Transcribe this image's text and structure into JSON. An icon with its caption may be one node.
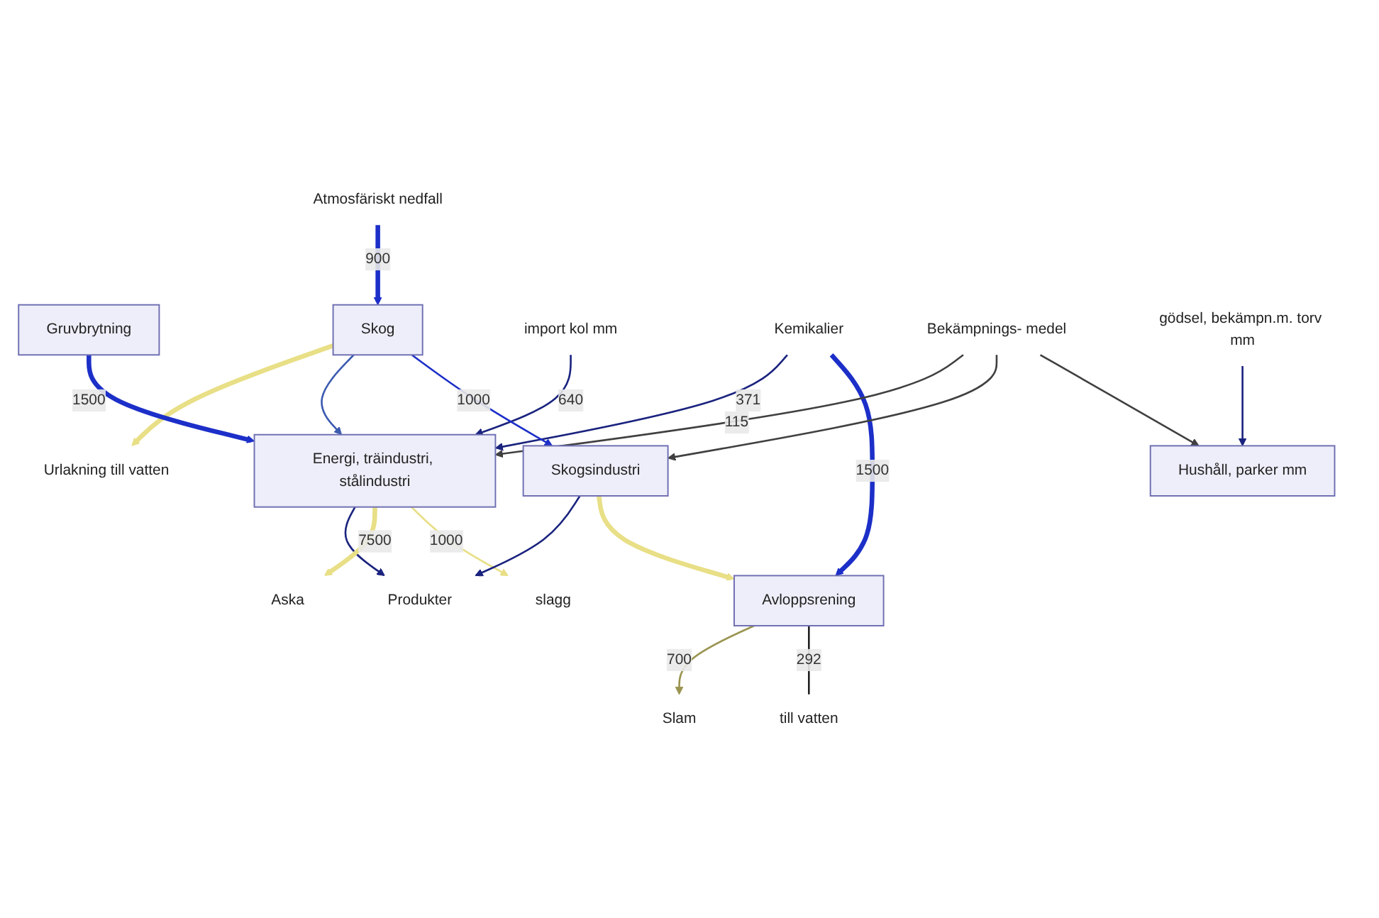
{
  "diagram": {
    "nodes": [
      {
        "text": [
          "Atmosfäriskt nedfall"
        ]
      },
      {
        "text": [
          "Gruvbrytning"
        ]
      },
      {
        "text": [
          "Skog"
        ]
      },
      {
        "text": [
          "Urlakning till vatten"
        ]
      },
      {
        "text": [
          "import kol mm"
        ]
      },
      {
        "text": [
          "Energi, träindustri, stålindustri"
        ]
      },
      {
        "text": [
          "Produkter"
        ]
      },
      {
        "text": [
          "Kemikalier"
        ]
      },
      {
        "text": [
          "Aska"
        ]
      },
      {
        "text": [
          "Bekämpnings- medel"
        ]
      },
      {
        "text": [
          "Skogsindustri"
        ]
      },
      {
        "text": [
          "slagg"
        ]
      },
      {
        "text": [
          "gödsel, bekämpn.m. torv mm"
        ]
      },
      {
        "text": [
          "Hushåll, parker mm"
        ]
      },
      {
        "text": [
          "Avloppsrening"
        ]
      },
      {
        "text": [
          "Slam"
        ]
      },
      {
        "text": [
          "till vatten"
        ]
      }
    ],
    "edges": [
      {
        "from": 0,
        "to": 2,
        "label": "900",
        "arrow": "to",
        "style": "thick",
        "color": "#1c2fc8"
      },
      {
        "from": 2,
        "to": 3,
        "arrow": "to",
        "style": "thick",
        "color": "#e8df86"
      },
      {
        "from": 1,
        "to": 5,
        "label": "1500",
        "arrow": "to",
        "style": "thick",
        "color": "#1c2fc8"
      },
      {
        "from": 2,
        "to": 5,
        "arrow": "to",
        "color": "#3b5bb0"
      },
      {
        "from": 4,
        "to": 5,
        "label": "640",
        "arrow": "to"
      },
      {
        "from": 7,
        "to": 5,
        "label": "371",
        "arrow": "to"
      },
      {
        "from": 7,
        "to": 14,
        "label": "1500",
        "arrow": "to",
        "style": "thick",
        "color": "#1c2fc8"
      },
      {
        "from": 2,
        "to": 10,
        "label": "1000",
        "arrow": "to",
        "color": "#1c2fc8"
      },
      {
        "from": 5,
        "to": 6,
        "arrow": "to"
      },
      {
        "from": 5,
        "to": 8,
        "label": "7500",
        "arrow": "to",
        "style": "thick",
        "color": "#e8df86"
      },
      {
        "from": 5,
        "to": 11,
        "label": "1000",
        "arrow": "to",
        "color": "#e8df86"
      },
      {
        "from": 10,
        "to": 6,
        "arrow": "to"
      },
      {
        "from": 9,
        "to": 5,
        "label": "115",
        "arrow": "to",
        "color": "#404040"
      },
      {
        "from": 9,
        "to": 10,
        "arrow": "to",
        "color": "#404040"
      },
      {
        "from": 9,
        "to": 13,
        "arrow": "to",
        "color": "#404040"
      },
      {
        "from": 10,
        "to": 14,
        "arrow": "to",
        "style": "thick",
        "color": "#e8df86"
      },
      {
        "from": 12,
        "to": 13,
        "arrow": "to"
      },
      {
        "from": 14,
        "to": 15,
        "label": "700",
        "arrow": "to",
        "color": "#9a9450"
      },
      {
        "from": 14,
        "to": 16,
        "label": "292",
        "arrow": "none",
        "color": "#202020"
      }
    ]
  }
}
